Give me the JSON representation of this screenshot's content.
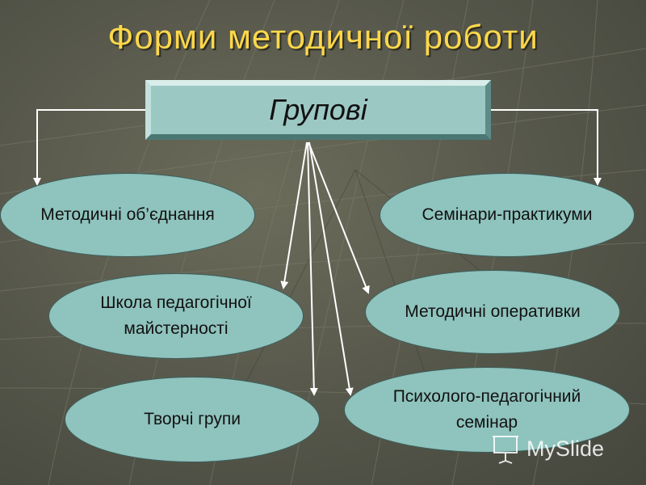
{
  "title": "Форми методичної роботи",
  "header": {
    "label": "Групові"
  },
  "nodes": [
    {
      "id": "metod-obiednannia",
      "label": "Методичні об’єднання"
    },
    {
      "id": "seminary-praktykumy",
      "label": "Семінари-практикуми"
    },
    {
      "id": "shkola-maisternosti",
      "line1": "Школа педагогічної",
      "line2": "майстерності"
    },
    {
      "id": "metod-operatyvky",
      "label": "Методичні оперативки"
    },
    {
      "id": "tvorchi-grupy",
      "label": "Творчі групи"
    },
    {
      "id": "psyh-ped-seminar",
      "line1": "Психолого-педагогічний",
      "line2": "семінар"
    }
  ],
  "watermark": {
    "text": "MySlide",
    "icon": "projector-screen-icon"
  },
  "colors": {
    "title": "#ffd84a",
    "node_fill": "#8fc3bd",
    "header_fill": "#9cc8c4",
    "arrow": "#ffffff"
  }
}
